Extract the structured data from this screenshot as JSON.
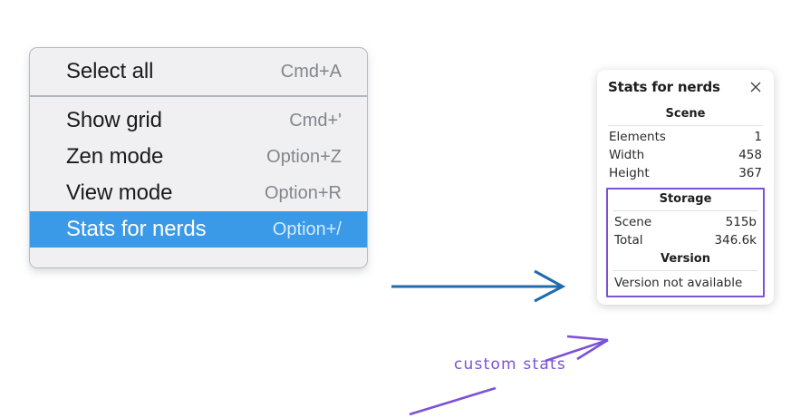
{
  "context_menu": {
    "groups": [
      {
        "items": [
          {
            "label": "Select all",
            "shortcut": "Cmd+A",
            "selected": false
          }
        ]
      },
      {
        "items": [
          {
            "label": "Show grid",
            "shortcut": "Cmd+'",
            "selected": false
          },
          {
            "label": "Zen mode",
            "shortcut": "Option+Z",
            "selected": false
          },
          {
            "label": "View mode",
            "shortcut": "Option+R",
            "selected": false
          },
          {
            "label": "Stats for nerds",
            "shortcut": "Option+/",
            "selected": true
          }
        ]
      }
    ],
    "highlight_color": "#3a9ae8"
  },
  "stats_panel": {
    "title": "Stats for nerds",
    "close_icon": "close-icon",
    "scene": {
      "heading": "Scene",
      "rows": [
        {
          "key": "Elements",
          "value": "1"
        },
        {
          "key": "Width",
          "value": "458"
        },
        {
          "key": "Height",
          "value": "367"
        }
      ]
    },
    "storage": {
      "heading": "Storage",
      "rows": [
        {
          "key": "Scene",
          "value": "515b"
        },
        {
          "key": "Total",
          "value": "346.6k"
        }
      ]
    },
    "version": {
      "heading": "Version",
      "text": "Version not available"
    },
    "custom_box_color": "#7b52d6"
  },
  "annotations": {
    "flow_arrow_color": "#1f6cad",
    "custom_stats_label": "custom stats",
    "annotation_color": "#7b52d6"
  }
}
